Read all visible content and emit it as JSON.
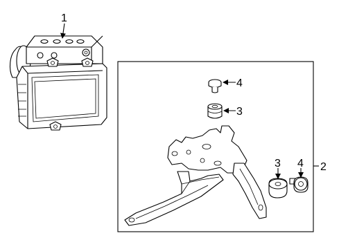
{
  "callouts": [
    {
      "id": "c1",
      "text": "1"
    },
    {
      "id": "c2",
      "text": "2"
    },
    {
      "id": "c3a",
      "text": "3"
    },
    {
      "id": "c3b",
      "text": "3"
    },
    {
      "id": "c4a",
      "text": "4"
    },
    {
      "id": "c4b",
      "text": "4"
    }
  ],
  "parts": [
    {
      "callout": "1",
      "name": "abs-modulator-assembly"
    },
    {
      "callout": "2",
      "name": "bracket-assembly-group"
    },
    {
      "callout": "3",
      "name": "rubber-grommet-cushion"
    },
    {
      "callout": "4",
      "name": "collar-bolt"
    }
  ]
}
